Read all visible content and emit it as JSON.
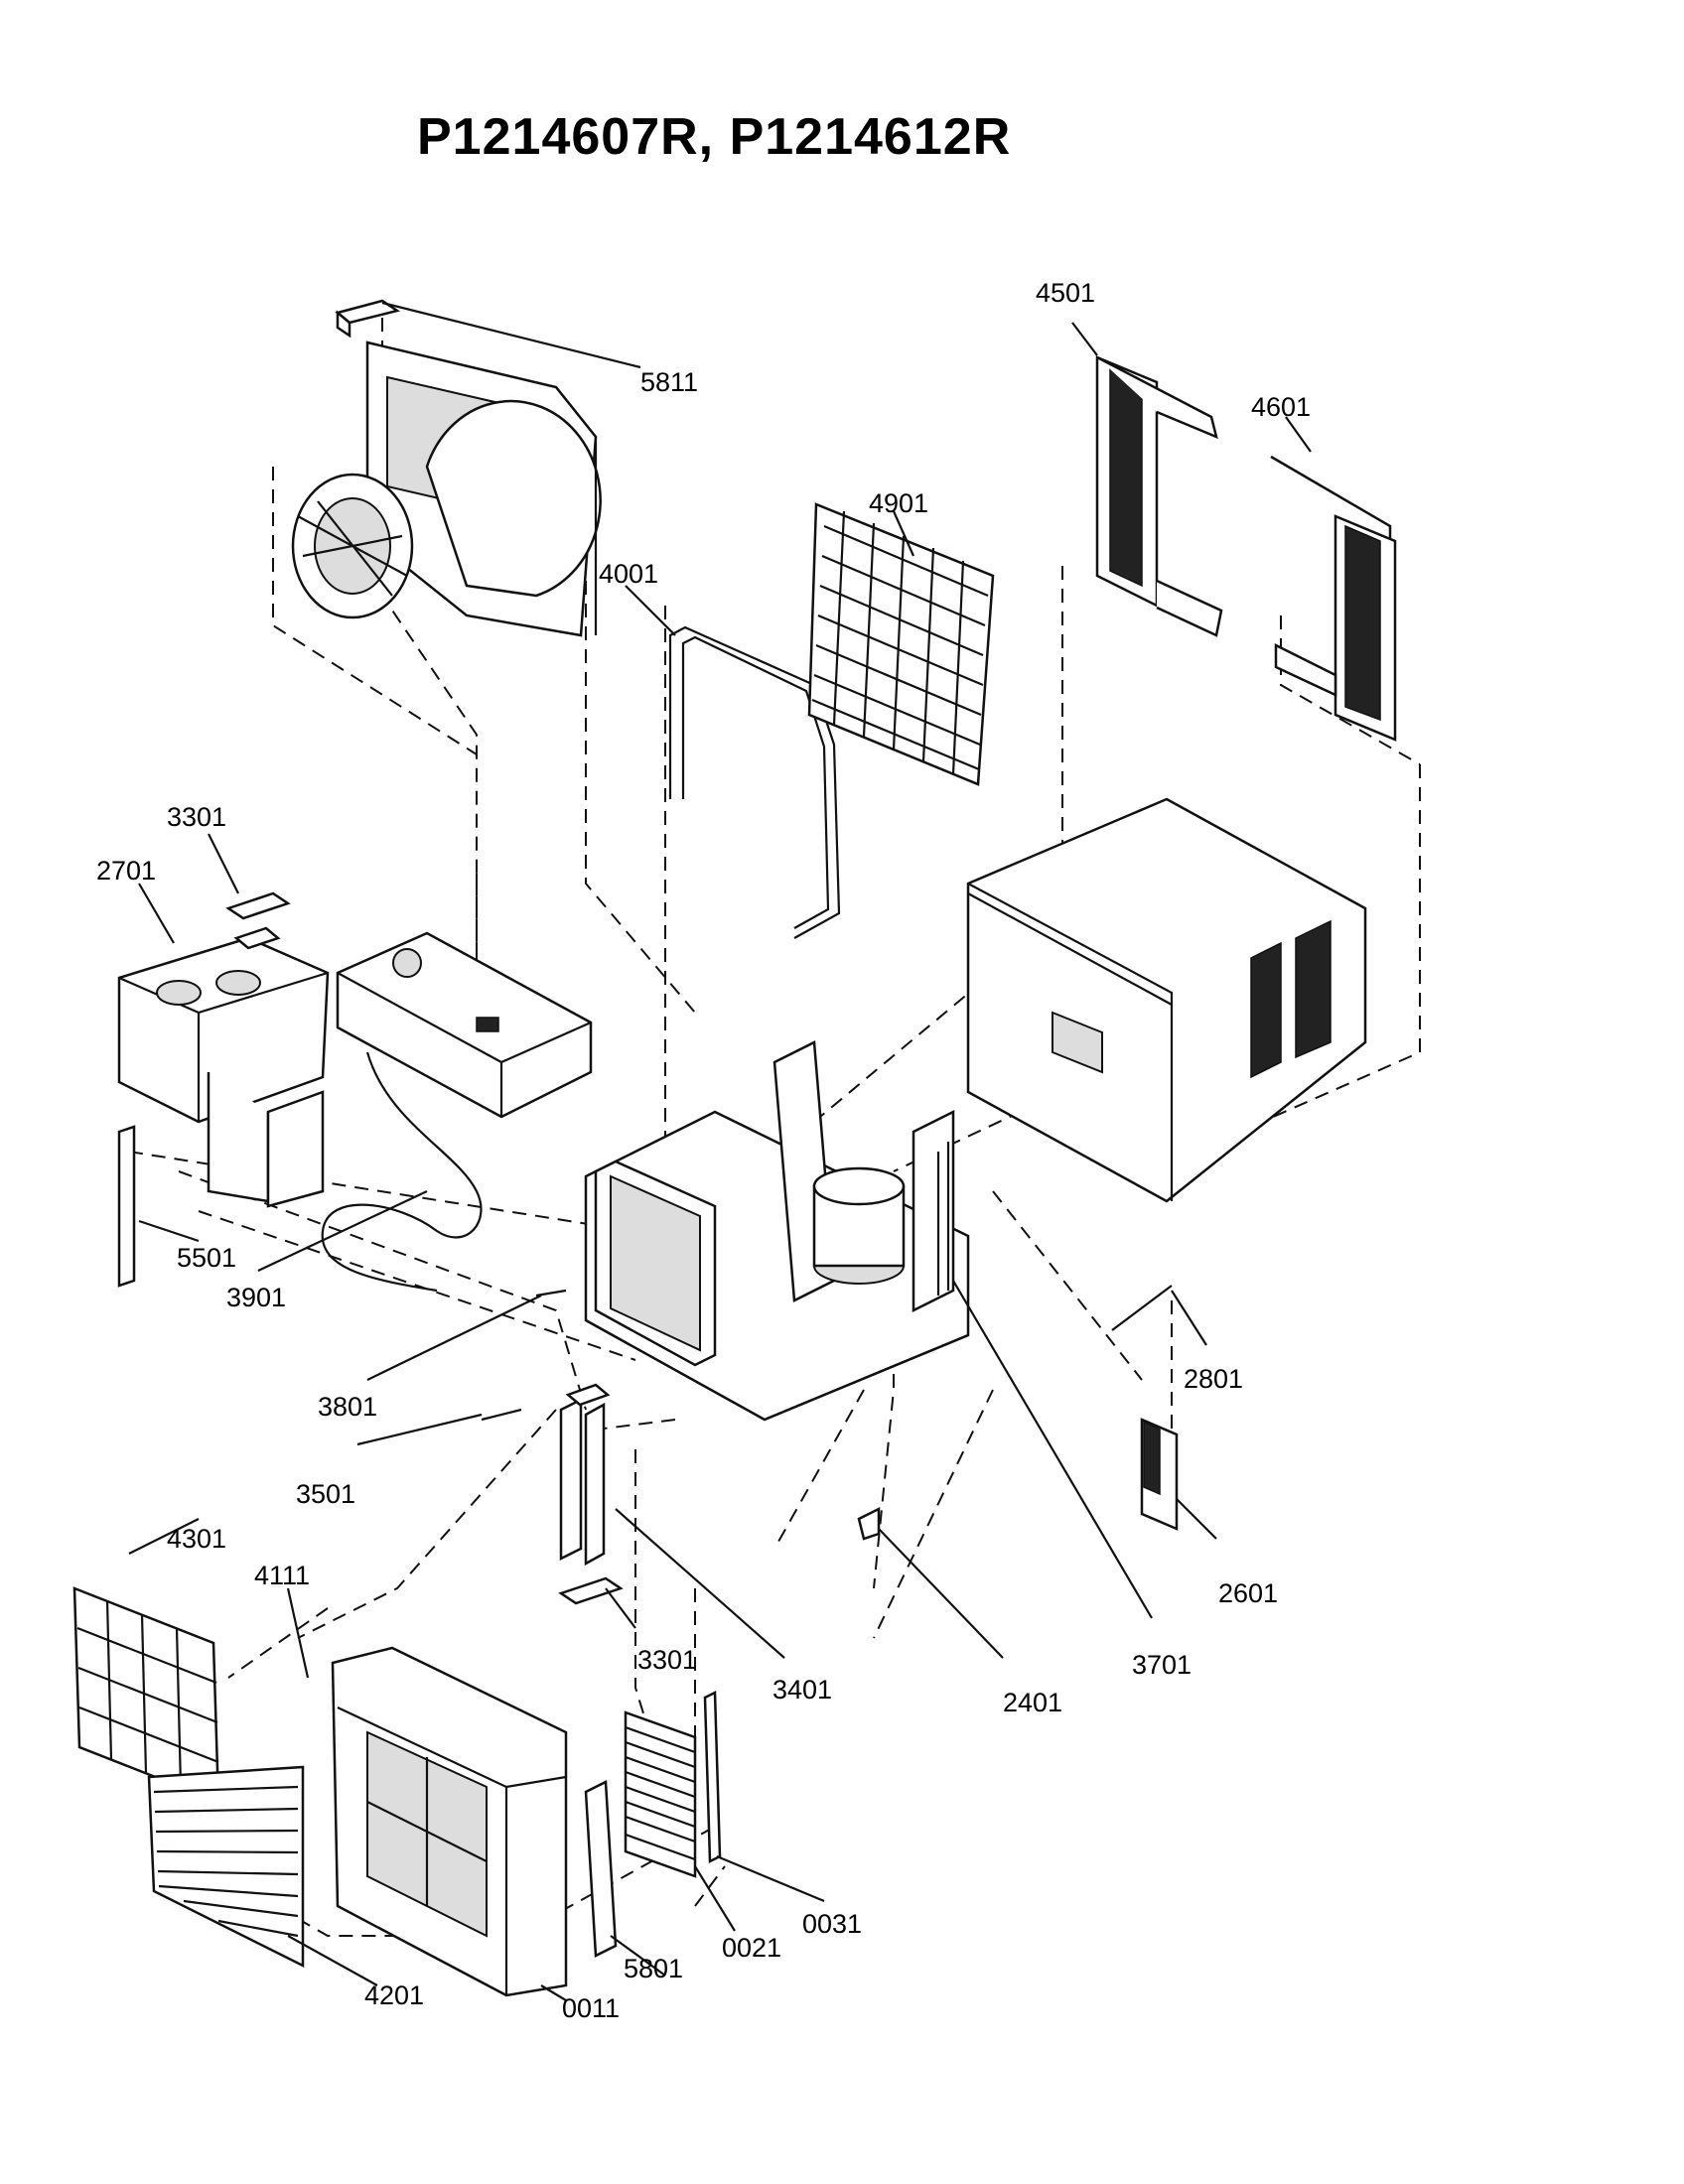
{
  "title": "P1214607R, P1214612R",
  "labels": {
    "5811": "5811",
    "4501": "4501",
    "4601": "4601",
    "4901": "4901",
    "4001": "4001",
    "3301_top": "3301",
    "2701": "2701",
    "5501": "5501",
    "3901": "3901",
    "3801": "3801",
    "3501": "3501",
    "2801": "2801",
    "2601": "2601",
    "4301": "4301",
    "4111": "4111",
    "3301_bottom": "3301",
    "3401": "3401",
    "2401": "2401",
    "3701": "3701",
    "4201": "4201",
    "0011": "0011",
    "5801": "5801",
    "0021": "0021",
    "0031": "0031"
  }
}
